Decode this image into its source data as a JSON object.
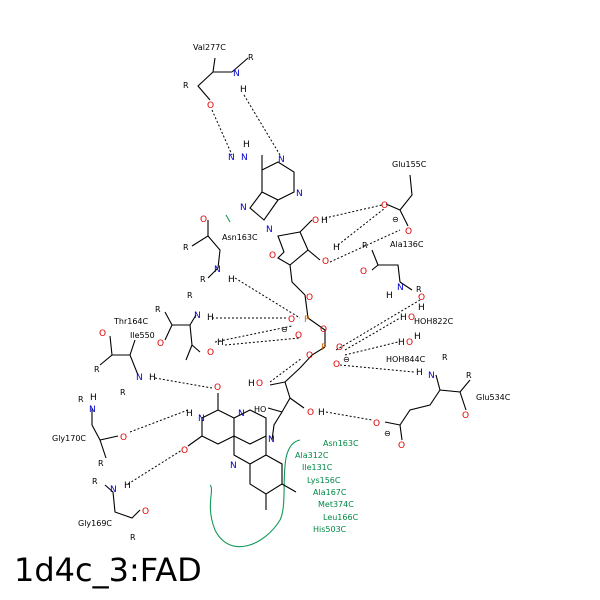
{
  "title": "1d4c_3:FAD",
  "residues": {
    "val277": "Val277C",
    "glu155": "Glu155C",
    "asn163": "Asn163C",
    "ala136": "Ala136C",
    "thr164": "Thr164C",
    "ile550": "Ile550",
    "hoh822": "HOH822C",
    "hoh844": "HOH844C",
    "glu534": "Glu534C",
    "gly170": "Gly170C",
    "gly169": "Gly169C"
  },
  "hydrophobic": [
    "Asn163C",
    "Ala312C",
    "Ile131C",
    "Lys156C",
    "Ala167C",
    "Met374C",
    "Leu166C",
    "His503C"
  ],
  "atoms": {
    "N": "N",
    "O": "O",
    "H": "H",
    "P": "P",
    "R": "R",
    "HO": "HO",
    "minus": "⊖"
  }
}
